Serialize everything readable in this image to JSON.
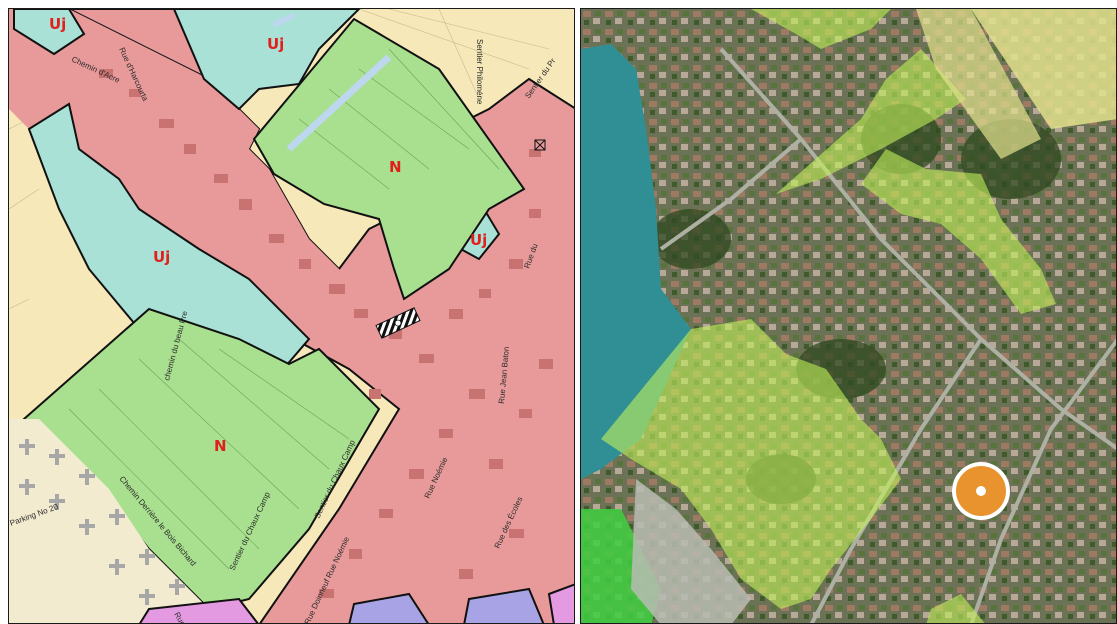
{
  "zoning_map": {
    "zone_labels": [
      "Uj",
      "Uj",
      "N",
      "Uj",
      "Uj",
      "N"
    ],
    "streets": [
      "Rue d'Harcourta",
      "Chemin d'Acre",
      "Sentier Philoméne",
      "Sentier du Pr",
      "Rue du",
      "Rue Jean Baton",
      "chemin du beau Pre",
      "Sentier du Chaux Camp",
      "Sentier du Chaux Camp",
      "Chemin Derrière le Bois Bichard",
      "Parking No 20",
      "Rue d",
      "Rue Doinneuf Rue Noémie",
      "Rue Noémie",
      "Rue des Écoles"
    ],
    "colors": {
      "urban": "#e89a9a",
      "garden_zone": "#a9e1d7",
      "natural_zone": "#a8e08f",
      "agricultural": "#f6e8b9",
      "cemetery": "#f2ebd0",
      "zone_label": "#e1201c",
      "boundary": "#111111"
    }
  },
  "aerial_map": {
    "colors": {
      "water": "#2f8f94",
      "overlay": "#c3f25a",
      "field": "#e2e18d",
      "marker": "#e8932e"
    }
  }
}
